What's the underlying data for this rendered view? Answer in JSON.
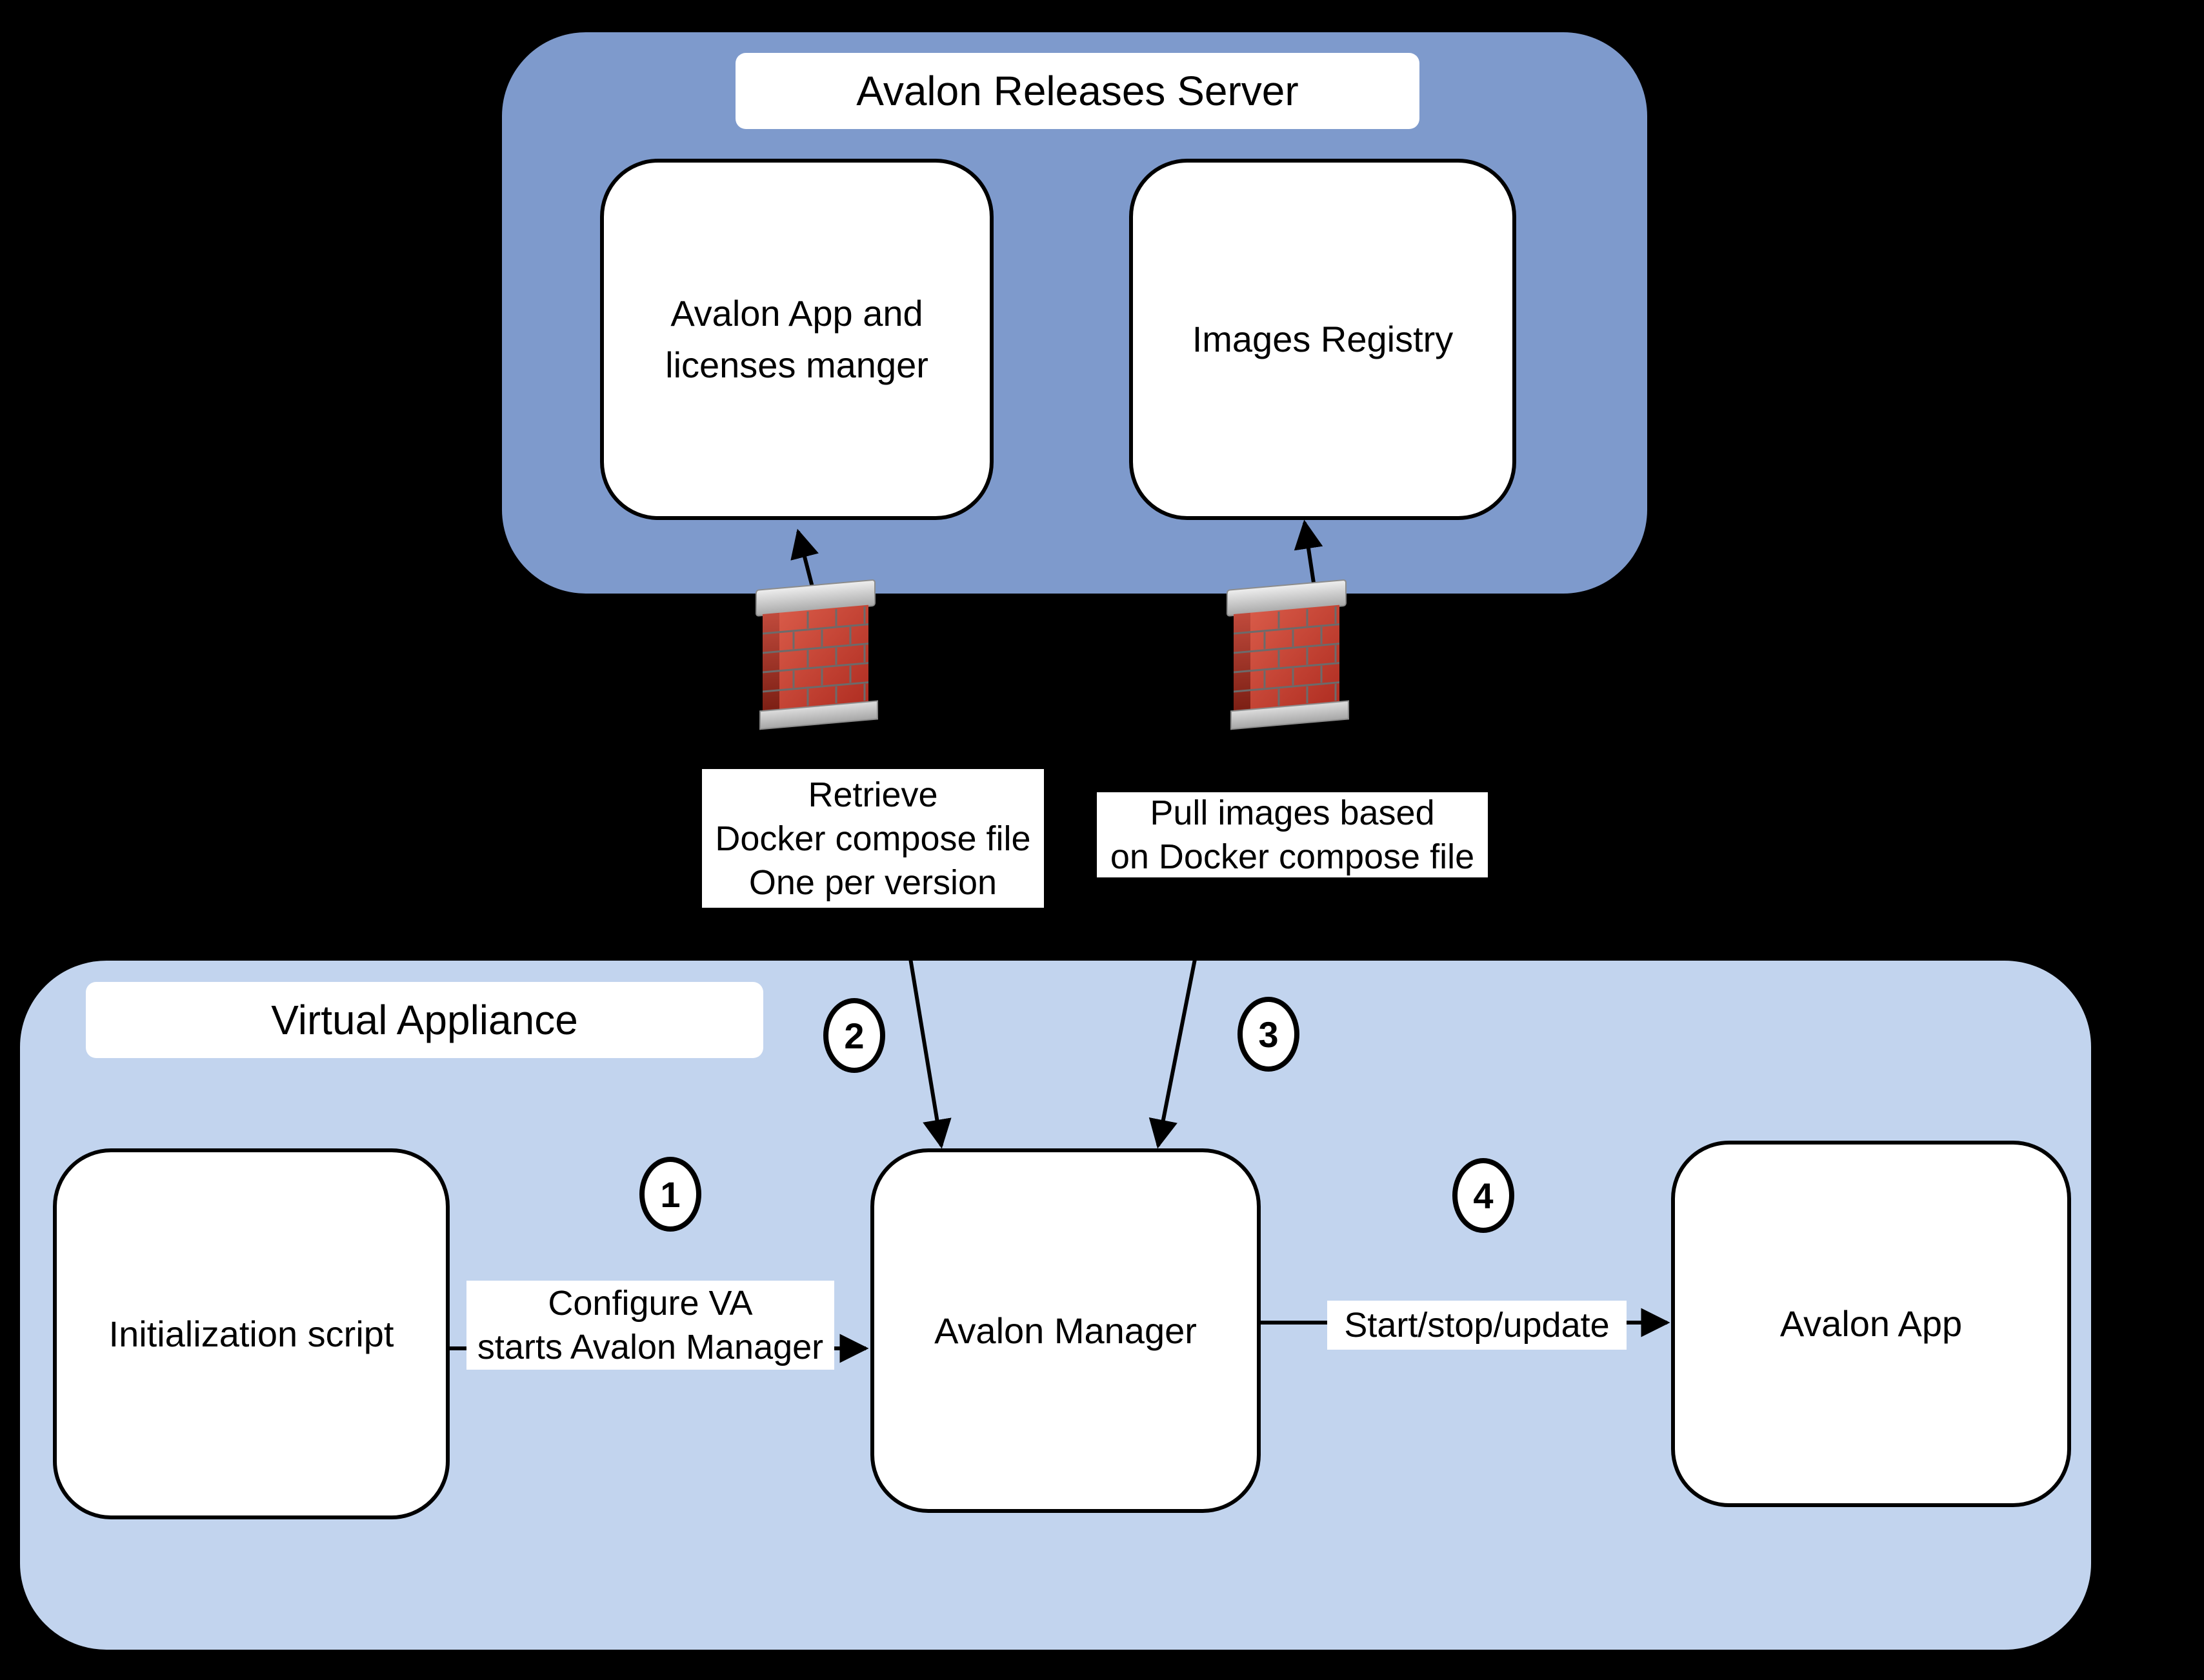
{
  "releases_server": {
    "title": "Avalon Releases Server",
    "app_box": {
      "line1": "Avalon App and",
      "line2": "licenses manger"
    },
    "registry_box": {
      "label": "Images Registry"
    }
  },
  "flow_labels": {
    "retrieve": {
      "line1": "Retrieve",
      "line2": "Docker compose file",
      "line3": "One per version"
    },
    "pull": {
      "line1": "Pull images based",
      "line2": "on Docker compose file"
    },
    "configure": {
      "line1": "Configure VA",
      "line2": "starts Avalon Manager"
    },
    "start_stop_update": "Start/stop/update"
  },
  "virtual_appliance": {
    "title": "Virtual Appliance",
    "init_box": "Initialization script",
    "manager_box": "Avalon Manager",
    "app_box": "Avalon App"
  },
  "steps": {
    "step1": "1",
    "step2": "2",
    "step3": "3",
    "step4": "4"
  },
  "icons": {
    "firewall": "firewall-icon"
  },
  "colors": {
    "background": "#000000",
    "server_container": "#7E9ACC",
    "appliance_container": "#C2D4EE",
    "box_fill": "#FFFFFF",
    "line": "#000000",
    "brick_red": "#C23B2B",
    "brick_side": "#8E2519",
    "cap_gray": "#D9D9D9"
  }
}
